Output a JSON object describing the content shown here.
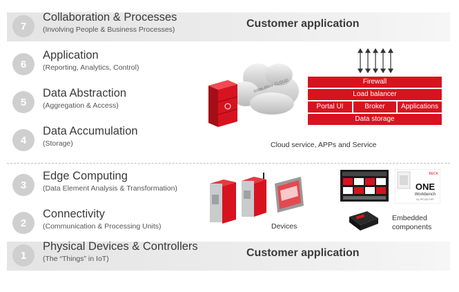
{
  "layers": [
    {
      "num": "7",
      "title": "Collaboration & Processes",
      "subtitle": "(Involving People & Business Processes)",
      "banner": "Customer application"
    },
    {
      "num": "6",
      "title": "Application",
      "subtitle": "(Reporting, Analytics, Control)"
    },
    {
      "num": "5",
      "title": "Data Abstraction",
      "subtitle": "(Aggregation & Access)"
    },
    {
      "num": "4",
      "title": "Data Accumulation",
      "subtitle": "(Storage)"
    },
    {
      "num": "3",
      "title": "Edge Computing",
      "subtitle": "(Data Element Analysis & Transformation)"
    },
    {
      "num": "2",
      "title": "Connectivity",
      "subtitle": "(Communication & Processing Units)"
    },
    {
      "num": "1",
      "title": "Physical Devices & Controllers",
      "subtitle": "(The “Things” in IoT)",
      "banner": "Customer application"
    }
  ],
  "cloud_stack": {
    "firewall": "Firewall",
    "load_balancer": "Load balancer",
    "portal_ui": "Portal UI",
    "broker": "Broker",
    "applications": "Applications",
    "data_storage": "Data storage"
  },
  "cloud_label": "some.More CLOUD",
  "cloud_caption": "Cloud service, APPs and Service",
  "devices_caption": "Devices",
  "embedded_caption_1": "Embedded",
  "embedded_caption_2": "components",
  "workbench": {
    "brand": "BECK",
    "title": "ONE",
    "subtitle": "Workbench",
    "by": "by IPC@CHIP"
  },
  "colors": {
    "accent_red": "#d7131f",
    "circle_grey": "#cfcfcf",
    "band_grey": "#e8e8e8"
  }
}
